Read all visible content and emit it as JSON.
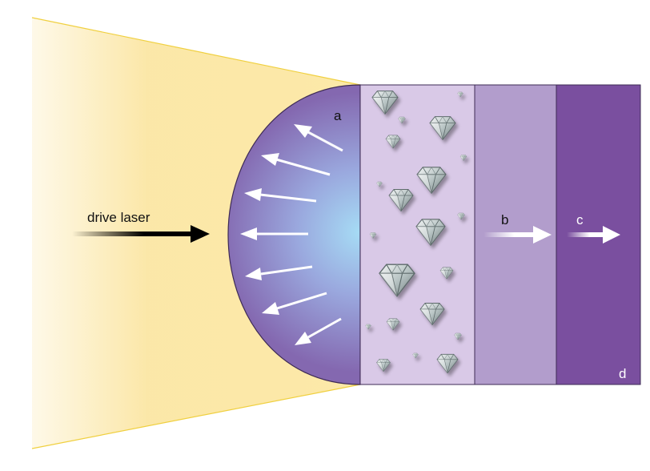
{
  "labels": {
    "drive_laser": "drive laser",
    "a": "a",
    "b": "b",
    "c": "c",
    "d": "d"
  },
  "colors": {
    "laser_cone": "#fbe7a6",
    "laser_cone_edge": "#f2d54a",
    "plasma_center": "#9fd6f3",
    "plasma_edge": "#8a6fb3",
    "layer_diamond": "#d9c8e6",
    "layer_b": "#b39ccc",
    "layer_d": "#7a4f9f",
    "arrow_drive": "#000000",
    "arrow_white": "#ffffff"
  },
  "icons": {
    "crystal": "diamond-crystal-icon"
  }
}
